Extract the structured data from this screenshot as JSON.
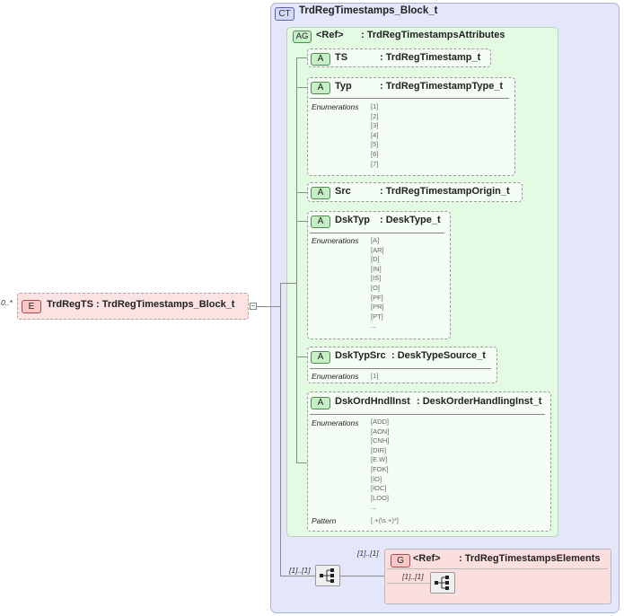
{
  "complex_type": {
    "tag": "CT",
    "name": "TrdRegTimestamps_Block_t"
  },
  "attribute_group": {
    "tag": "AG",
    "name": "<Ref>",
    "type": ": TrdRegTimestampsAttributes"
  },
  "enum_label": "Enumerations",
  "pattern_label": "Pattern",
  "attributes": [
    {
      "tag": "A",
      "name": "TS",
      "type": ": TrdRegTimestamp_t"
    },
    {
      "tag": "A",
      "name": "Typ",
      "type": ": TrdRegTimestampType_t",
      "enumerations": [
        "[1]",
        "[2]",
        "[3]",
        "[4]",
        "[5]",
        "[6]",
        "[7]"
      ]
    },
    {
      "tag": "A",
      "name": "Src",
      "type": ": TrdRegTimestampOrigin_t"
    },
    {
      "tag": "A",
      "name": "DskTyp",
      "type": ": DeskType_t",
      "enumerations": [
        "[A]",
        "[AR]",
        "[D]",
        "[IN]",
        "[IS]",
        "[O]",
        "[PF]",
        "[PR]",
        "[PT]",
        "..."
      ]
    },
    {
      "tag": "A",
      "name": "DskTypSrc",
      "type": ": DeskTypeSource_t",
      "enumerations": [
        "[1]"
      ]
    },
    {
      "tag": "A",
      "name": "DskOrdHndlInst",
      "type": ": DeskOrderHandlingInst_t",
      "enumerations": [
        "[ADD]",
        "[AON]",
        "[CNH]",
        "[DIR]",
        "[E.W]",
        "[FOK]",
        "[IO]",
        "[IOC]",
        "[LOO]",
        "..."
      ],
      "pattern": "[.+(\\s.+)*]"
    }
  ],
  "element": {
    "tag": "E",
    "name": "TrdRegTS",
    "type": ": TrdRegTimestamps_Block_t",
    "occurrence": "0..*",
    "collapse_symbol": "−"
  },
  "sequence": {
    "occurrence": "[1]..[1]"
  },
  "group": {
    "tag": "G",
    "name": "<Ref>",
    "type": ": TrdRegTimestampsElements",
    "occurrence": "[1]..[1]",
    "inner_occurrence": "[1]..[1]"
  }
}
